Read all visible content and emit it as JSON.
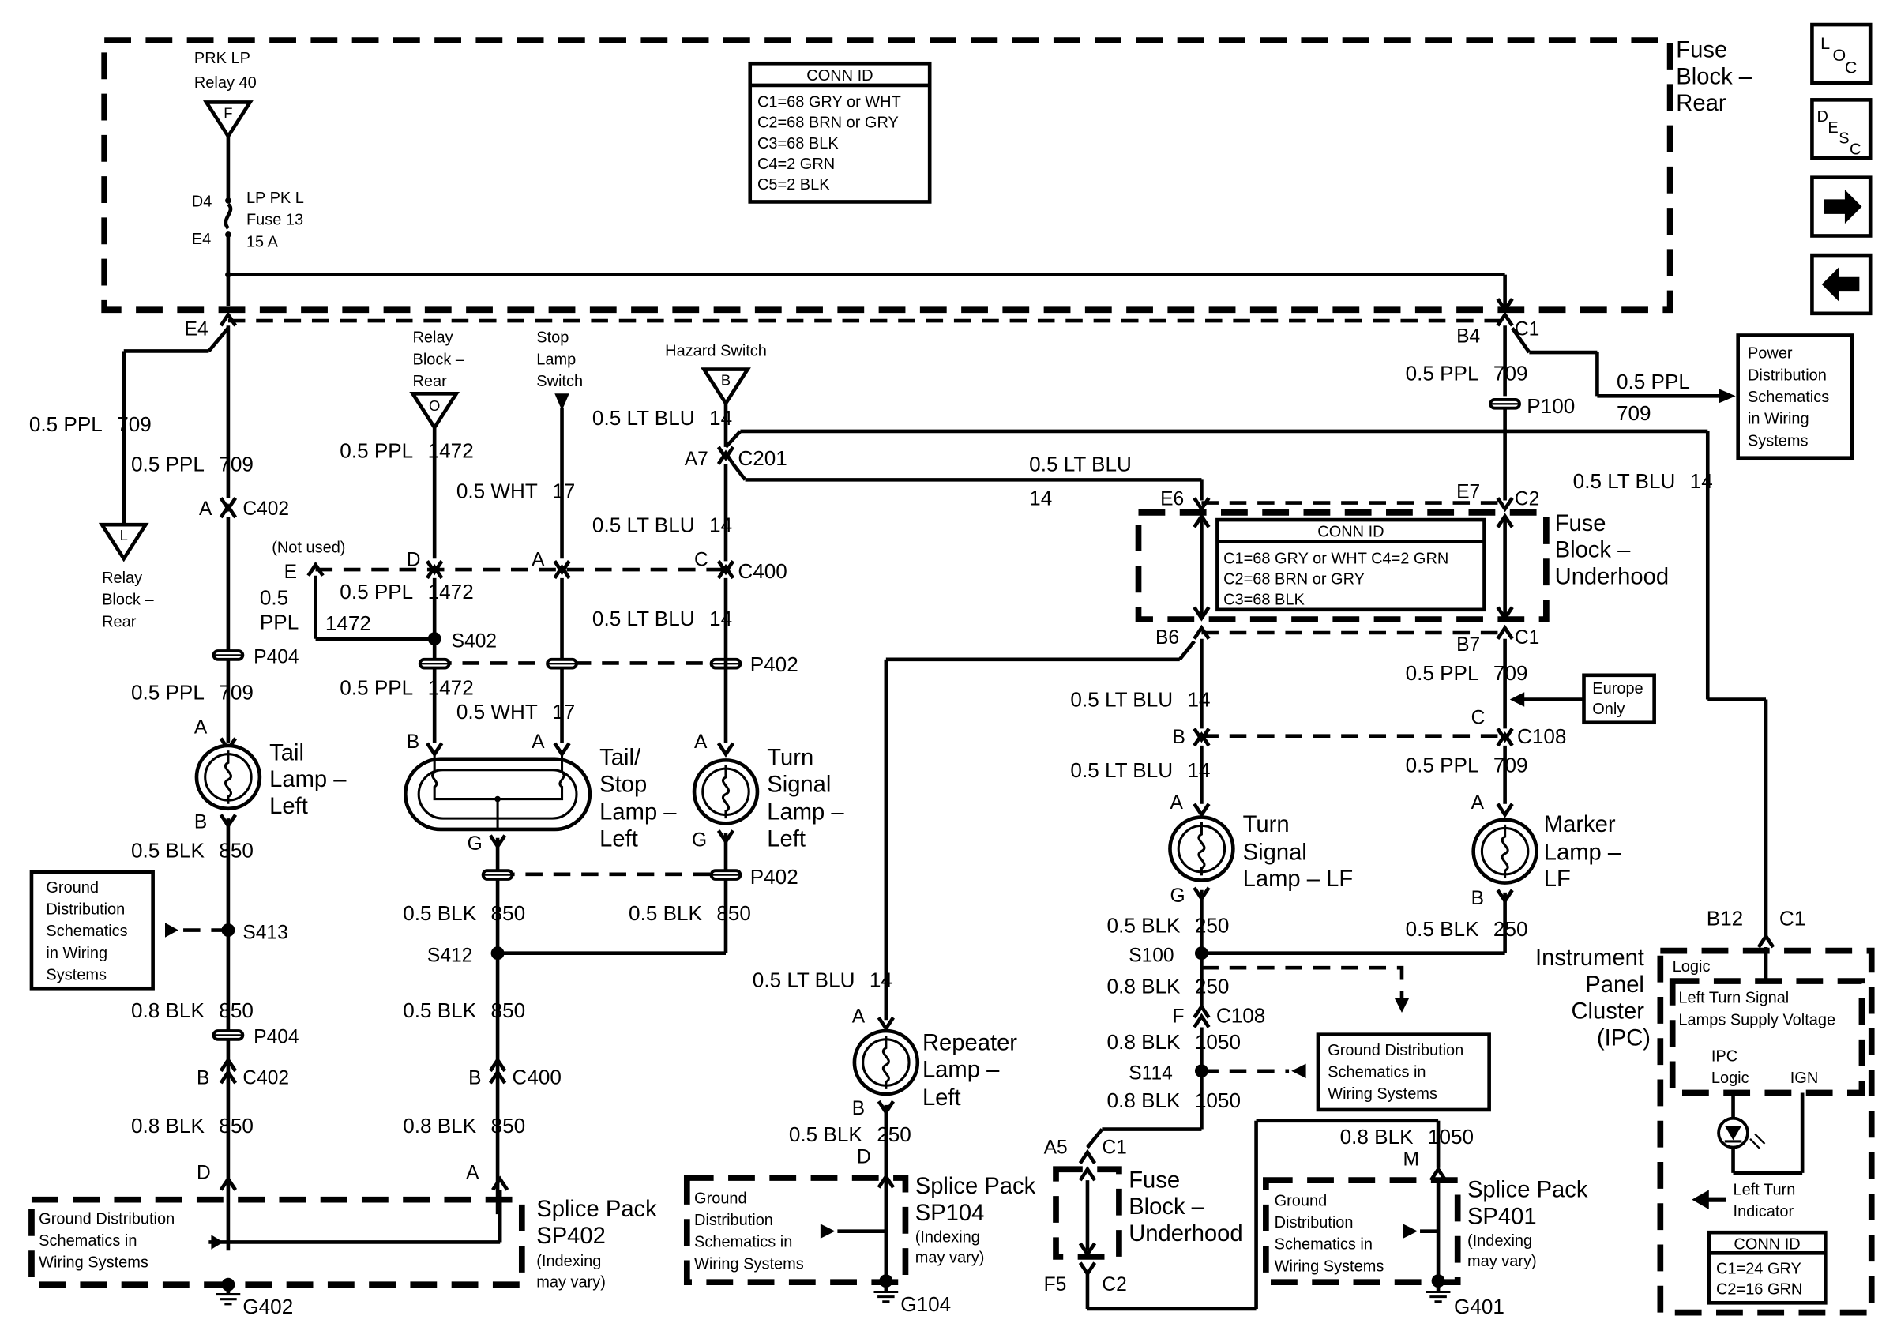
{
  "fuse_block_rear": {
    "title": [
      "Fuse",
      "Block –",
      "Rear"
    ],
    "conn_title": "CONN ID",
    "conn_lines": [
      "C1=68 GRY or WHT",
      "C2=68 BRN or GRY",
      "C3=68 BLK",
      "C4=2 GRN",
      "C5=2 BLK"
    ],
    "relay": [
      "PRK LP",
      "Relay 40"
    ],
    "relay_letter": "F",
    "d4": "D4",
    "e4": "E4",
    "fuse": [
      "LP PK L",
      "Fuse 13",
      "15 A"
    ]
  },
  "nav": {
    "loc": [
      "L",
      "O",
      "C"
    ],
    "desc": [
      "D",
      "E",
      "S",
      "C"
    ],
    "next": "right-arrow-icon",
    "prev": "left-arrow-icon"
  },
  "top_connectors": {
    "e4": "E4",
    "b4": "B4",
    "c1": "C1",
    "p100": "P100",
    "w_b4_cc": "0.5 PPL",
    "w_b4_ckt": "709",
    "w_out_cc": "0.5 PPL",
    "w_out_ckt": "709"
  },
  "power_box": [
    "Power",
    "Distribution",
    "Schematics",
    "in Wiring",
    "Systems"
  ],
  "left_column": {
    "w_l_cc": "0.5 PPL",
    "w_l_ckt": "709",
    "w1_cc": "0.5 PPL",
    "w1_ckt": "709",
    "relay_letter": "L",
    "relay_label": [
      "Relay",
      "Block –",
      "Rear"
    ],
    "c402_pin": "A",
    "c402": "C402",
    "p404": "P404",
    "w2_cc": "0.5 PPL",
    "w2_ckt": "709",
    "lamp_a": "A",
    "lamp_b": "B",
    "lamp_label": [
      "Tail",
      "Lamp –",
      "Left"
    ],
    "w3_cc": "0.5 BLK",
    "w3_ckt": "850",
    "s413": "S413",
    "gnd_box": [
      "Ground",
      "Distribution",
      "Schematics",
      "in Wiring",
      "Systems"
    ],
    "w4_cc": "0.8 BLK",
    "w4_ckt": "850",
    "p404b": "P404",
    "c402b_pin": "B",
    "c402b": "C402",
    "w5_cc": "0.8 BLK",
    "w5_ckt": "850",
    "d_pin": "D"
  },
  "splice_sp402": {
    "box_text": [
      "Ground Distribution",
      "Schematics in",
      "Wiring Systems"
    ],
    "title": [
      "Splice Pack",
      "SP402"
    ],
    "note": [
      "(Indexing",
      "may vary)"
    ],
    "ground": "G402"
  },
  "middle": {
    "relay_label": [
      "Relay",
      "Block –",
      "Rear"
    ],
    "relay_letter": "O",
    "w_1472_cc": "0.5 PPL",
    "w_1472_ckt": "1472",
    "stop_label": [
      "Stop",
      "Lamp",
      "Switch"
    ],
    "w_17_cc": "0.5 WHT",
    "w_17_ckt": "17",
    "not_used": "(Not used)",
    "pin_e": "E",
    "pin_d": "D",
    "pin_a": "A",
    "pin_c": "C",
    "c400": "C400",
    "w_epp_cc": [
      "0.5",
      "PPL"
    ],
    "w_epp_ckt": "1472",
    "w_d2_cc": "0.5 PPL",
    "w_d2_ckt": "1472",
    "s402": "S402",
    "w_d3_cc": "0.5 PPL",
    "w_d3_ckt": "1472",
    "w_a3_cc": "0.5 WHT",
    "w_a3_ckt": "17",
    "pin_b2": "B",
    "pin_a2": "A",
    "stop_lamp_label": [
      "Tail/",
      "Stop",
      "Lamp –",
      "Left"
    ],
    "pin_g": "G",
    "w_g_cc": "0.5 BLK",
    "w_g_ckt": "850",
    "s412": "S412",
    "w_s412_cc": "0.5 BLK",
    "w_s412_ckt": "850",
    "c400b_pin": "B",
    "c400b": "C400",
    "w_b_cc": "0.8 BLK",
    "w_b_ckt": "850",
    "pin_a_bot": "A"
  },
  "hazard": {
    "label": "Hazard Switch",
    "letter": "B",
    "w1_cc": "0.5 LT BLU",
    "w1_ckt": "14",
    "a7": "A7",
    "c201": "C201",
    "w_run_cc": "0.5 LT BLU",
    "w_run_ckt": "14",
    "w2_cc": "0.5 LT BLU",
    "w2_ckt": "14",
    "w3_cc": "0.5 LT BLU",
    "w3_ckt": "14",
    "p402": "P402",
    "pin_a": "A",
    "lamp_label": [
      "Turn",
      "Signal",
      "Lamp –",
      "Left"
    ],
    "pin_g": "G",
    "p402b": "P402",
    "w4_cc": "0.5 BLK",
    "w4_ckt": "850",
    "w_right_cc": "0.5 LT BLU",
    "w_right_ckt": "14"
  },
  "fuse_block_underhood": {
    "title": [
      "Fuse",
      "Block –",
      "Underhood"
    ],
    "e6": "E6",
    "e7": "E7",
    "c2": "C2",
    "conn_title": "CONN ID",
    "conn_lines": [
      "C1=68 GRY or WHT C4=2 GRN",
      "C2=68 BRN or GRY",
      "C3=68 BLK"
    ],
    "b6": "B6",
    "b7": "B7",
    "c1": "C1"
  },
  "front_left": {
    "w1_cc": "0.5 LT BLU",
    "w1_ckt": "14",
    "pin_b": "B",
    "w2_cc": "0.5 LT BLU",
    "w2_ckt": "14",
    "pin_a": "A",
    "lamp_label": [
      "Turn",
      "Signal",
      "Lamp – LF"
    ],
    "pin_g": "G",
    "w3_cc": "0.5 BLK",
    "w3_ckt": "250",
    "s100": "S100",
    "w4_cc": "0.8 BLK",
    "w4_ckt": "250",
    "pin_f": "F",
    "c108": "C108",
    "w5_cc": "0.8 BLK",
    "w5_ckt": "1050",
    "s114": "S114",
    "w6_cc": "0.8 BLK",
    "w6_ckt": "1050",
    "gnd_box": [
      "Ground Distribution",
      "Schematics in",
      "Wiring Systems"
    ]
  },
  "front_right": {
    "w1_cc": "0.5 PPL",
    "w1_ckt": "709",
    "europe": [
      "Europe",
      "Only"
    ],
    "pin_c": "C",
    "c108": "C108",
    "w2_cc": "0.5 PPL",
    "w2_ckt": "709",
    "pin_a": "A",
    "lamp_label": [
      "Marker",
      "Lamp –",
      "LF"
    ],
    "pin_b": "B",
    "w3_cc": "0.5 BLK",
    "w3_ckt": "250"
  },
  "repeater": {
    "w1_cc": "0.5 LT BLU",
    "w1_ckt": "14",
    "pin_a": "A",
    "label": [
      "Repeater",
      "Lamp –",
      "Left"
    ],
    "pin_b": "B",
    "w2_cc": "0.5 BLK",
    "w2_ckt": "250",
    "pin_d": "D"
  },
  "splice_sp104": {
    "box_text": [
      "Ground",
      "Distribution",
      "Schematics in",
      "Wiring Systems"
    ],
    "title": [
      "Splice Pack",
      "SP104"
    ],
    "note": [
      "(Indexing",
      "may vary)"
    ],
    "ground": "G104"
  },
  "fuse_uh_small": {
    "a5": "A5",
    "c1": "C1",
    "title": [
      "Fuse",
      "Block –",
      "Underhood"
    ],
    "f5": "F5",
    "c2": "C2"
  },
  "splice_sp401": {
    "w_cc": "0.8 BLK",
    "w_ckt": "1050",
    "pin_m": "M",
    "box_text": [
      "Ground",
      "Distribution",
      "Schematics in",
      "Wiring Systems"
    ],
    "title": [
      "Splice Pack",
      "SP401"
    ],
    "note": [
      "(Indexing",
      "may vary)"
    ],
    "ground": "G401"
  },
  "ipc": {
    "b12": "B12",
    "c1": "C1",
    "title": [
      "Instrument",
      "Panel",
      "Cluster",
      "(IPC)"
    ],
    "logic": "Logic",
    "supply": [
      "Left Turn Signal",
      "Lamps Supply Voltage"
    ],
    "ipc_logic": [
      "IPC",
      "Logic"
    ],
    "ign": "IGN",
    "indicator": [
      "Left Turn",
      "Indicator"
    ],
    "conn_title": "CONN ID",
    "conn_lines": [
      "C1=24 GRY",
      "C2=16 GRN"
    ]
  }
}
